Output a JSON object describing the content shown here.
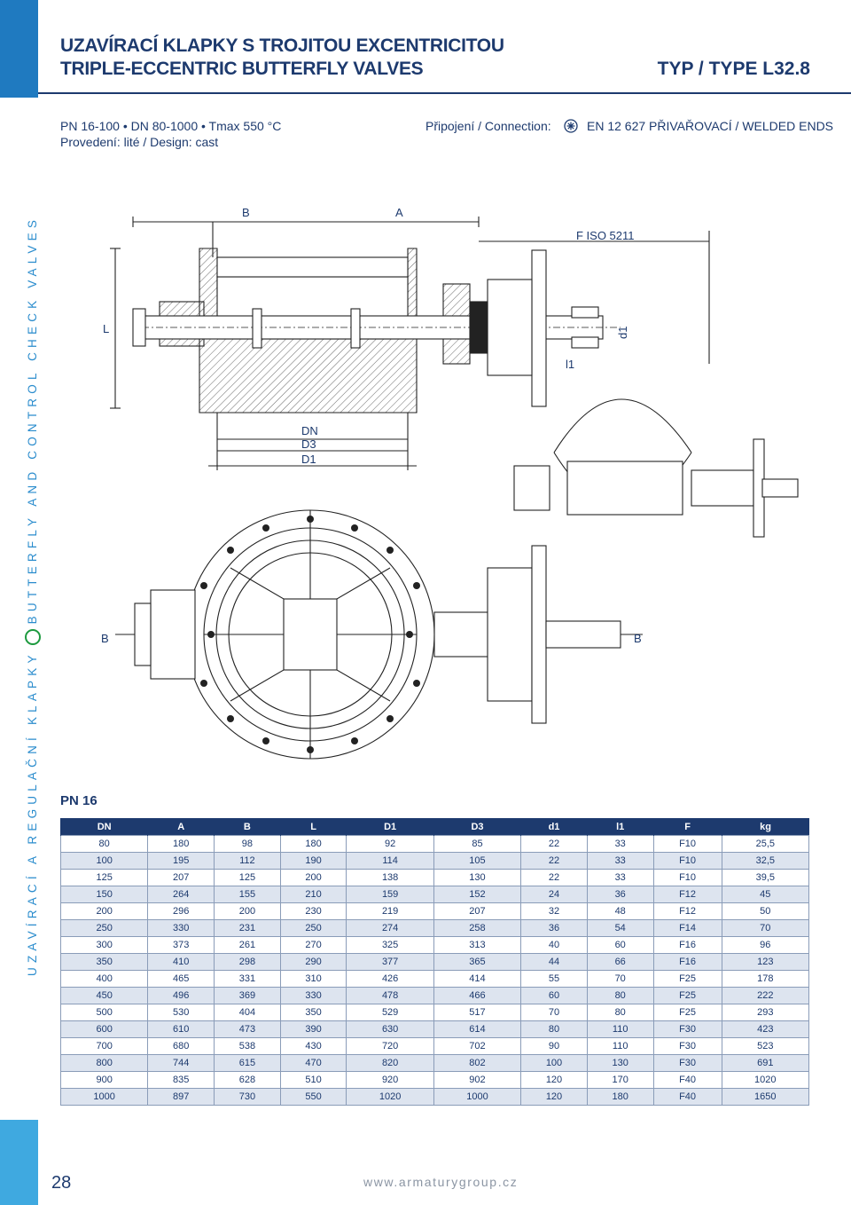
{
  "sidebar": {
    "text_part1": "UZAVÍRACÍ A REGULAČNÍ KLAPKY",
    "text_part2": "BUTTERFLY AND CONTROL CHECK VALVES"
  },
  "header": {
    "title_cz": "UZAVÍRACÍ KLAPKY S TROJITOU EXCENTRICITOU",
    "title_en": "TRIPLE-ECCENTRIC BUTTERFLY VALVES",
    "type": "TYP / TYPE L32.8"
  },
  "specs": {
    "line1": "PN 16-100 • DN 80-1000 • Tmax 550 °C",
    "line2": "Provedení: lité / Design: cast",
    "connection_label": "Připojení / Connection:",
    "connection_value": "EN 12 627 PŘIVAŘOVACÍ / WELDED ENDS"
  },
  "drawing": {
    "labels": {
      "B_top": "B",
      "A_top": "A",
      "fiso": "F ISO 5211",
      "L": "L",
      "d1": "d1",
      "l1": "l1",
      "DN": "DN",
      "D3": "D3",
      "D1": "D1",
      "B_left": "B",
      "B_right": "B"
    }
  },
  "table": {
    "title": "PN 16",
    "headers": [
      "DN",
      "A",
      "B",
      "L",
      "D1",
      "D3",
      "d1",
      "l1",
      "F",
      "kg"
    ],
    "rows": [
      [
        "80",
        "180",
        "98",
        "180",
        "92",
        "85",
        "22",
        "33",
        "F10",
        "25,5"
      ],
      [
        "100",
        "195",
        "112",
        "190",
        "114",
        "105",
        "22",
        "33",
        "F10",
        "32,5"
      ],
      [
        "125",
        "207",
        "125",
        "200",
        "138",
        "130",
        "22",
        "33",
        "F10",
        "39,5"
      ],
      [
        "150",
        "264",
        "155",
        "210",
        "159",
        "152",
        "24",
        "36",
        "F12",
        "45"
      ],
      [
        "200",
        "296",
        "200",
        "230",
        "219",
        "207",
        "32",
        "48",
        "F12",
        "50"
      ],
      [
        "250",
        "330",
        "231",
        "250",
        "274",
        "258",
        "36",
        "54",
        "F14",
        "70"
      ],
      [
        "300",
        "373",
        "261",
        "270",
        "325",
        "313",
        "40",
        "60",
        "F16",
        "96"
      ],
      [
        "350",
        "410",
        "298",
        "290",
        "377",
        "365",
        "44",
        "66",
        "F16",
        "123"
      ],
      [
        "400",
        "465",
        "331",
        "310",
        "426",
        "414",
        "55",
        "70",
        "F25",
        "178"
      ],
      [
        "450",
        "496",
        "369",
        "330",
        "478",
        "466",
        "60",
        "80",
        "F25",
        "222"
      ],
      [
        "500",
        "530",
        "404",
        "350",
        "529",
        "517",
        "70",
        "80",
        "F25",
        "293"
      ],
      [
        "600",
        "610",
        "473",
        "390",
        "630",
        "614",
        "80",
        "110",
        "F30",
        "423"
      ],
      [
        "700",
        "680",
        "538",
        "430",
        "720",
        "702",
        "90",
        "110",
        "F30",
        "523"
      ],
      [
        "800",
        "744",
        "615",
        "470",
        "820",
        "802",
        "100",
        "130",
        "F30",
        "691"
      ],
      [
        "900",
        "835",
        "628",
        "510",
        "920",
        "902",
        "120",
        "170",
        "F40",
        "1020"
      ],
      [
        "1000",
        "897",
        "730",
        "550",
        "1020",
        "1000",
        "120",
        "180",
        "F40",
        "1650"
      ]
    ]
  },
  "footer": {
    "page_number": "28",
    "website": "www.armaturygroup.cz"
  },
  "colors": {
    "navy": "#1d3a6e",
    "blue_bar": "#1f7ac0",
    "light_blue_bar": "#3fa9e0",
    "row_shade": "#dde4ef",
    "logo_green": "#1d9a3f"
  }
}
